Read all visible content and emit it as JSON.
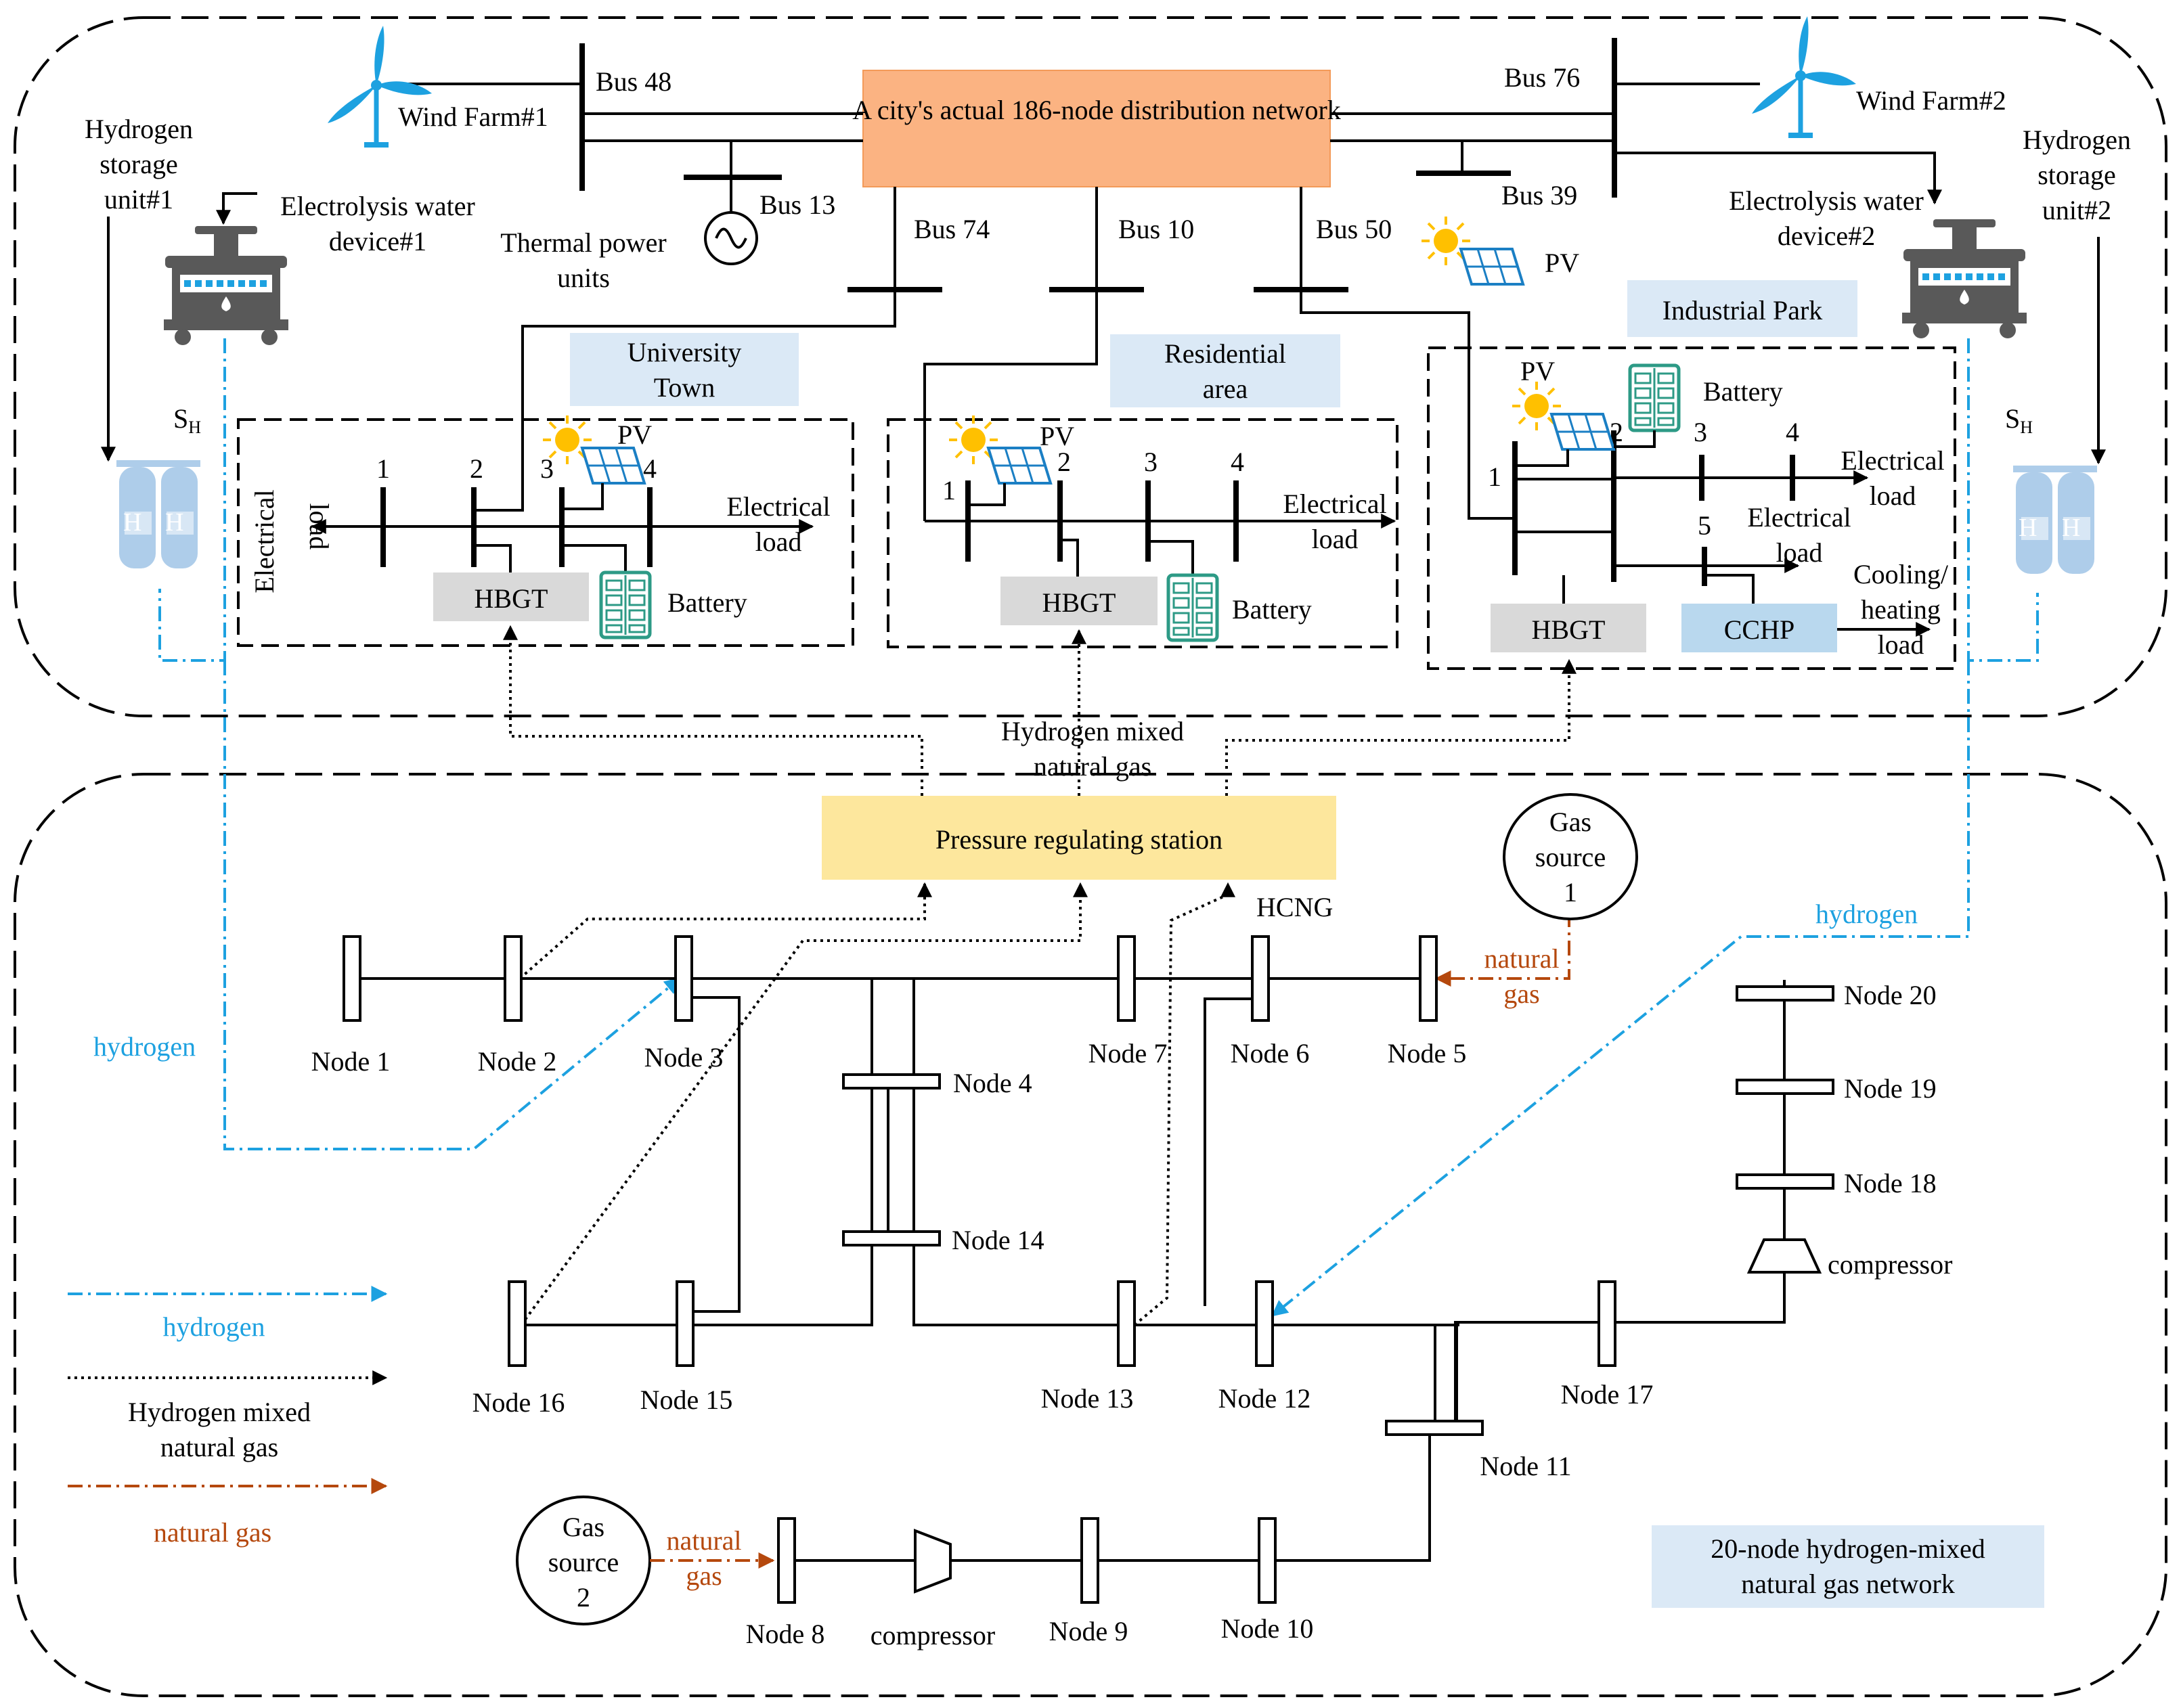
{
  "colors": {
    "hydrogen": "#1da1e0",
    "natural_gas": "#b5480d",
    "distribution_box": "#fbb382",
    "pressure_station": "#fde79d",
    "label_box": "#dbe9f6",
    "hbgt": "#d9d9d9",
    "cchp": "#b9d8ee",
    "battery": "#2d9a86",
    "pv_panel": "#1b7fc4",
    "sun": "#ffc000"
  },
  "power": {
    "distribution_network": "A city's actual 186-node distribution network",
    "buses": {
      "bus48": "Bus 48",
      "bus76": "Bus 76",
      "bus13": "Bus 13",
      "bus39": "Bus 39",
      "bus74": "Bus 74",
      "bus10": "Bus 10",
      "bus50": "Bus 50"
    },
    "wind_farm1": "Wind Farm#1",
    "wind_farm2": "Wind Farm#2",
    "thermal_units": [
      "Thermal power",
      "units"
    ],
    "pv": "PV",
    "hydrogen_storage1": [
      "Hydrogen",
      "storage",
      "unit#1"
    ],
    "hydrogen_storage2": [
      "Hydrogen",
      "storage",
      "unit#2"
    ],
    "electrolysis1": [
      "Electrolysis water",
      "device#1"
    ],
    "electrolysis2": [
      "Electrolysis water",
      "device#2"
    ],
    "sh": "S",
    "sh_sub": "H",
    "h2": "H",
    "h2_sub": "2"
  },
  "microgrids": {
    "university": {
      "label": [
        "University",
        "Town"
      ],
      "nodes": [
        "1",
        "2",
        "3",
        "4"
      ],
      "pv": "PV",
      "hbgt": "HBGT",
      "battery": "Battery",
      "left_load": [
        "Electrical",
        "load"
      ],
      "right_load": [
        "Electrical",
        "load"
      ]
    },
    "residential": {
      "label": [
        "Residential",
        "area"
      ],
      "nodes": [
        "1",
        "2",
        "3",
        "4"
      ],
      "pv": "PV",
      "hbgt": "HBGT",
      "battery": "Battery",
      "load": [
        "Electrical",
        "load"
      ]
    },
    "industrial": {
      "label": "Industrial Park",
      "nodes": [
        "1",
        "2",
        "3",
        "4",
        "5"
      ],
      "pv": "PV",
      "battery": "Battery",
      "hbgt": "HBGT",
      "cchp": "CCHP",
      "load_a": [
        "Electrical",
        "load"
      ],
      "load_b": [
        "Electrical",
        "load"
      ],
      "load_c": [
        "Cooling/",
        "heating",
        "load"
      ]
    }
  },
  "gas": {
    "mixed_label": [
      "Hydrogen mixed",
      "natural gas"
    ],
    "pressure_station": "Pressure regulating station",
    "hcng": "HCNG",
    "hydrogen": "hydrogen",
    "natural_gas": [
      "natural",
      "gas"
    ],
    "gas_source1": [
      "Gas",
      "source",
      "1"
    ],
    "gas_source2": [
      "Gas",
      "source",
      "2"
    ],
    "compressor": "compressor",
    "nodes": {
      "n1": "Node 1",
      "n2": "Node 2",
      "n3": "Node 3",
      "n4": "Node 4",
      "n5": "Node 5",
      "n6": "Node 6",
      "n7": "Node 7",
      "n8": "Node 8",
      "n9": "Node 9",
      "n10": "Node 10",
      "n11": "Node 11",
      "n12": "Node 12",
      "n13": "Node 13",
      "n14": "Node 14",
      "n15": "Node 15",
      "n16": "Node 16",
      "n17": "Node 17",
      "n18": "Node 18",
      "n19": "Node 19",
      "n20": "Node 20"
    },
    "network_label": [
      "20-node hydrogen-mixed",
      "natural gas network"
    ]
  },
  "legend": {
    "hydrogen": "hydrogen",
    "mixed": [
      "Hydrogen mixed",
      "natural gas"
    ],
    "natural_gas": "natural gas"
  }
}
